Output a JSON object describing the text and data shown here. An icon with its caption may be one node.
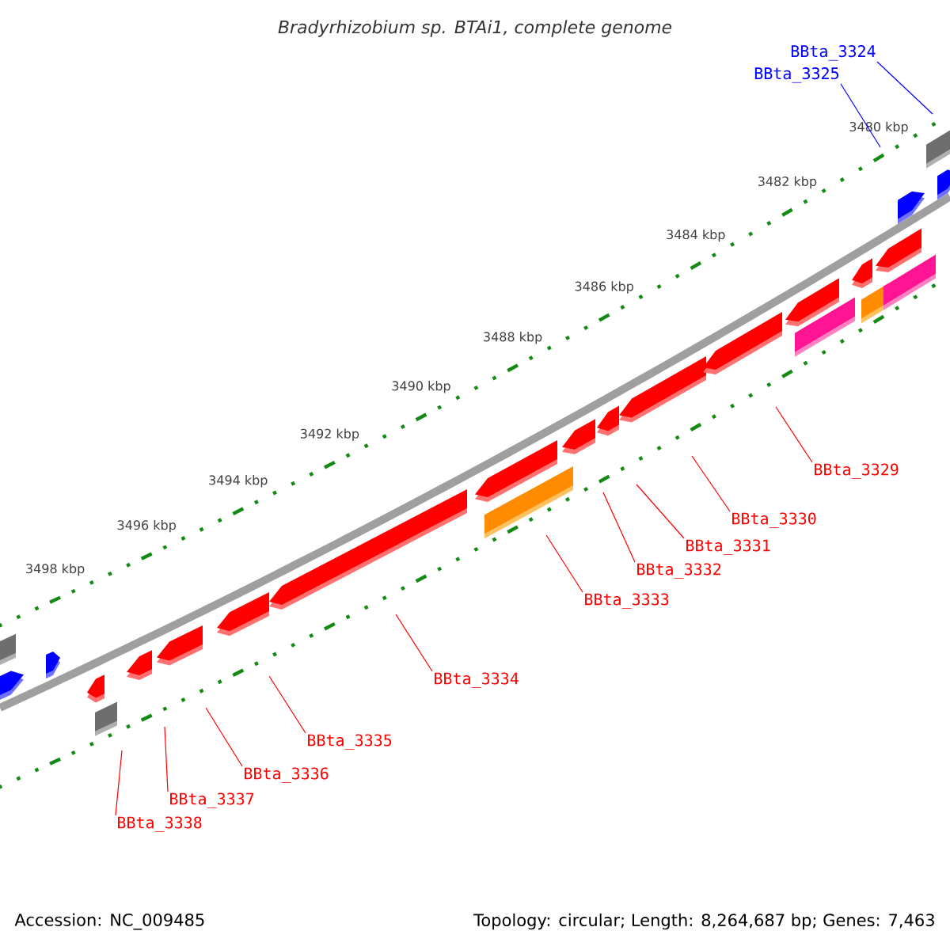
{
  "diagram": {
    "title": "Bradyrhizobium sp. BTAi1, complete genome",
    "nodes": [
      {
        "text": [
          "BBta_3324"
        ]
      },
      {
        "text": [
          "BBta_3325"
        ]
      },
      {
        "text": [
          "BBta_3329"
        ]
      },
      {
        "text": [
          "BBta_3330"
        ]
      },
      {
        "text": [
          "BBta_3331"
        ]
      },
      {
        "text": [
          "BBta_3332"
        ]
      },
      {
        "text": [
          "BBta_3333"
        ]
      },
      {
        "text": [
          "BBta_3334"
        ]
      },
      {
        "text": [
          "BBta_3335"
        ]
      },
      {
        "text": [
          "BBta_3336"
        ]
      },
      {
        "text": [
          "BBta_3337"
        ]
      },
      {
        "text": [
          "BBta_3338"
        ]
      }
    ],
    "edges": [
      {
        "from": 0,
        "to": null,
        "arrow": "none",
        "color": "#0000ff"
      },
      {
        "from": 1,
        "to": null,
        "arrow": "none",
        "color": "#0000ff"
      },
      {
        "from": 2,
        "to": null,
        "arrow": "none"
      },
      {
        "from": 3,
        "to": null,
        "arrow": "none"
      },
      {
        "from": 4,
        "to": null,
        "arrow": "none"
      },
      {
        "from": 5,
        "to": null,
        "arrow": "none"
      },
      {
        "from": 6,
        "to": null,
        "arrow": "none"
      },
      {
        "from": 7,
        "to": null,
        "arrow": "none"
      },
      {
        "from": 8,
        "to": null,
        "arrow": "none"
      },
      {
        "from": 9,
        "to": null,
        "arrow": "none"
      },
      {
        "from": 10,
        "to": null,
        "arrow": "none"
      },
      {
        "from": 11,
        "to": null,
        "arrow": "none"
      }
    ],
    "labels": [
      "3480 kbp",
      "3482 kbp",
      "3484 kbp",
      "3486 kbp",
      "3488 kbp",
      "3490 kbp",
      "3492 kbp",
      "3494 kbp",
      "3496 kbp",
      "3498 kbp",
      "Accession: NC_009485",
      "Topology: circular; Length: 8,264,687 bp; Genes: 7,463"
    ]
  }
}
